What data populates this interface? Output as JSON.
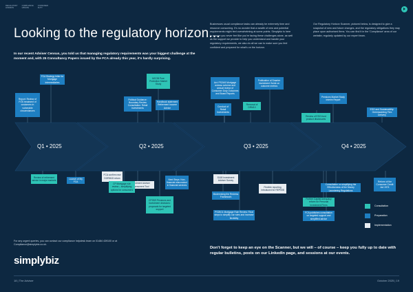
{
  "header": {
    "section1": "REGULATORY\nHORIZON",
    "section2": "COMPLIANCE\nUPDATE",
    "section3": "CONSUMER\nDUTY"
  },
  "title": "Looking to the regulatory horizon...",
  "intro": "In our recent Adviser Census, you told us that managing regulatory requirements was your biggest challenge at the moment and, with 25 Consultancy Papers issued by the FCA already this year, it's hardly surprising.",
  "column1": "Businesses usual compliance tasks can already be extremely time and resource consuming. It's no wonder that a wealth of new and potential requirements might feel overwhelming at some points. Simplybiz is here to ensure you never feel like you're facing these challenges alone, as well as the support we provide to help you understand and handle your regulatory requirements, we also do all we can to make sure you feel confident and prepared for what's on the horizon.",
  "column2": "Our Regulatory Horizon Scanner, pictured below, is designed to give a snapshot of new and future changes, and the regulatory obligations they may place upon authorised firms. You can find it in the 'Compliance' area of our website, regularly updated by our expert team.",
  "quarters": {
    "q1": "Q1 • 2025",
    "q2": "Q2 • 2025",
    "q3": "Q3 • 2025",
    "q4": "Q4 • 2025"
  },
  "boxes": {
    "q1_a": "FCA Strategy letter for Mortgage intermediaries",
    "q1_b": "Report: Review of FOS treatment of customers in vulnerable circumstances",
    "q1_c": "Review of retirement advice in major markets",
    "q1_d": "Launch of My FCA",
    "q2_a": "MCOB Pure Protection Market Study",
    "q2_b": "Political Guidance: Boundary Review Consultation: Retail Investments",
    "q2_c": "Handbook statement Retirement Income Advice",
    "q2_d": "FCA confirm new DORM15 return",
    "q2_e": "Investment Adviser Assessment Tool",
    "q2_f": "Next Steps: Non-financial misconduct in financial services",
    "q2_g": "CP Mortgage rule review – simplifying options for consumers",
    "q2_h": "CP25/9 Pensions and investment decisions: proposals for targeted support",
    "q3_a": "Act: PS24/6 Mortgage redress scheme and annual review of Consumer Duty Outcomes and Board Reports",
    "q3_b": "Publication of Smarter Investment Guide on outcome metrics",
    "q3_c": "Conduct of Retail Investments",
    "q3_d": "Removal of DRM10",
    "q3_e": "S165 Investment Adviser Survey",
    "q3_f": "Modernising the Redress Framework",
    "q3_g": "PS25/11 Mortgage Rule Review: Final steps to simplify our rules and increase flexibility",
    "q3_h": "Flexible reporting introduced for REP008",
    "q4_a": "Pensions Market Study Interim Report",
    "q4_b": "Review of ESG fund product disclosures",
    "q4_c": "ESG and Sustainability: Greenwashing Firm Delivery",
    "q4_d": "Consultation on simplifying the Effectiveness of the Money Laundering Regulations",
    "q4_e": "Reform of the Consumer Credit Act 1974",
    "q4_f": "Further Capital Adequacy reform for Personal Investment Firms",
    "q4_g": "FCA publishes consultation on targeted support and simplified advice"
  },
  "legend": {
    "consultation": "Consultation",
    "preparation": "Preparation",
    "implementation": "Implementation"
  },
  "footer_note": "For any urgent queries, you can contact our compliance helpdesk team on 01484 439100 or at Compliance@simplybiz.co.uk.",
  "logo": "simplybiz",
  "cta": "Don't forget to keep an eye on the Scanner, but we will – of course – keep you fully up to date with regular bulletins, posts on our LinkedIn page, and sessions at our events.",
  "page_left": "18  |  The Adviser",
  "page_right": "October 2025  |  19",
  "colors": {
    "background": "#0d2841",
    "consultation": "#2ec4b6",
    "preparation": "#1e7fc2",
    "implementation": "#e8edf2",
    "arrow": "#163a5c"
  }
}
